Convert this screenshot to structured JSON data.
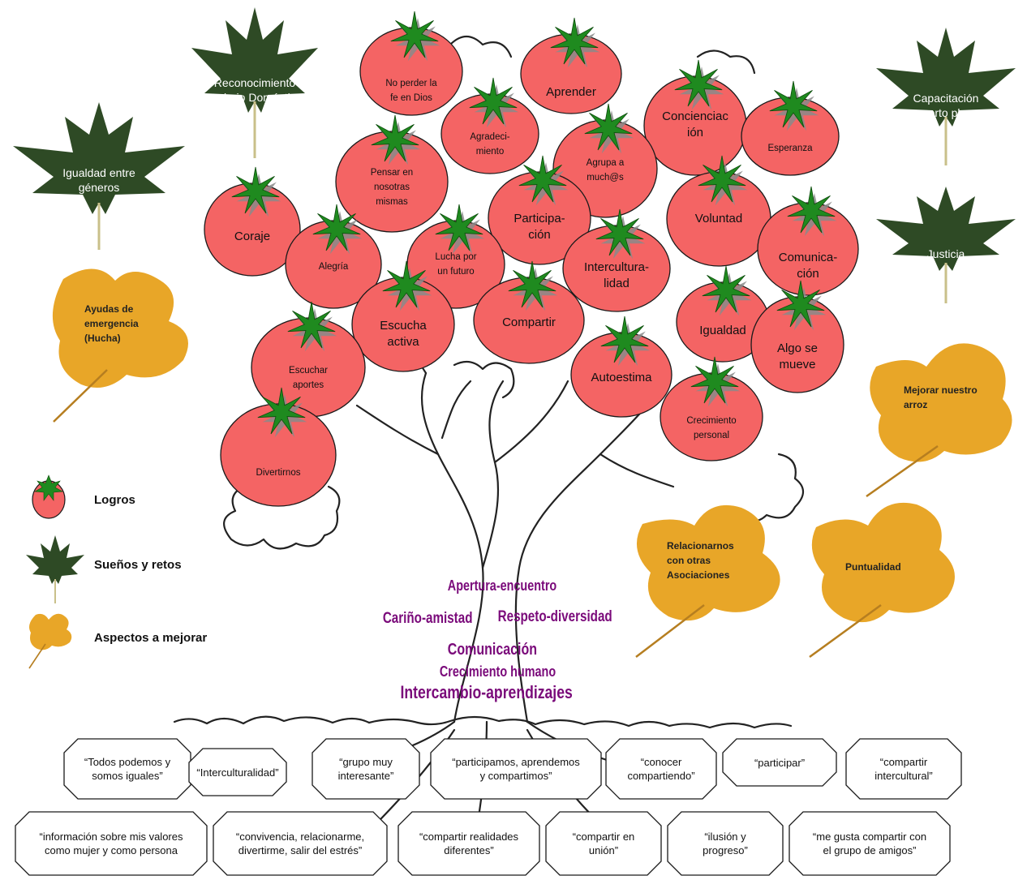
{
  "legend": {
    "logros": "Logros",
    "suenos": "Sueños y retos",
    "aspectos": "Aspectos a mejorar"
  },
  "green_leaves": [
    {
      "id": "reconocimiento",
      "lines": [
        "Reconocimiento",
        "Trabajo Doméstico"
      ]
    },
    {
      "id": "igualdad",
      "lines": [
        "Igualdad entre",
        "géneros"
      ]
    },
    {
      "id": "capacitacion",
      "lines": [
        "Capacitación",
        "a corto plazo"
      ]
    },
    {
      "id": "justicia",
      "lines": [
        "Justicia"
      ]
    }
  ],
  "yellow_leaves": [
    {
      "id": "ayudas",
      "lines": [
        "Ayudas de",
        "emergencia",
        "(Hucha)"
      ]
    },
    {
      "id": "arroz",
      "lines": [
        "Mejorar nuestro",
        "arroz"
      ]
    },
    {
      "id": "relacionarnos",
      "lines": [
        "Relacionarnos",
        "con otras",
        "Asociaciones"
      ]
    },
    {
      "id": "puntualidad",
      "lines": [
        "Puntualidad"
      ]
    }
  ],
  "tomatoes": [
    {
      "id": "no-perder",
      "lines": [
        "No perder la",
        "fe en Dios"
      ]
    },
    {
      "id": "aprender",
      "lines": [
        "Aprender"
      ]
    },
    {
      "id": "agradecimiento",
      "lines": [
        "Agradeci-",
        "miento"
      ]
    },
    {
      "id": "concienciacion",
      "lines": [
        "Concienciac",
        "ión"
      ]
    },
    {
      "id": "esperanza",
      "lines": [
        "Esperanza"
      ]
    },
    {
      "id": "pensar",
      "lines": [
        "Pensar en",
        "nosotras",
        "mismas"
      ]
    },
    {
      "id": "agrupa",
      "lines": [
        "Agrupa a",
        "much@s"
      ]
    },
    {
      "id": "coraje",
      "lines": [
        "Coraje"
      ]
    },
    {
      "id": "participacion",
      "lines": [
        "Participa-",
        "ción"
      ]
    },
    {
      "id": "voluntad",
      "lines": [
        "Voluntad"
      ]
    },
    {
      "id": "alegria",
      "lines": [
        "Alegría"
      ]
    },
    {
      "id": "lucha",
      "lines": [
        "Lucha por",
        "un futuro"
      ]
    },
    {
      "id": "interculturalidad",
      "lines": [
        "Intercultura-",
        "lidad"
      ]
    },
    {
      "id": "comunicacion",
      "lines": [
        "Comunica-",
        "ción"
      ]
    },
    {
      "id": "escucha",
      "lines": [
        "Escucha",
        "activa"
      ]
    },
    {
      "id": "compartir",
      "lines": [
        "Compartir"
      ]
    },
    {
      "id": "igualdad-t",
      "lines": [
        "Igualdad"
      ]
    },
    {
      "id": "escuchar",
      "lines": [
        "Escuchar",
        "aportes"
      ]
    },
    {
      "id": "algo-se-mueve",
      "lines": [
        "Algo se",
        "mueve"
      ]
    },
    {
      "id": "autoestima",
      "lines": [
        "Autoestima"
      ]
    },
    {
      "id": "crecimiento",
      "lines": [
        "Crecimiento",
        "personal"
      ]
    },
    {
      "id": "divertirnos",
      "lines": [
        "Divertirnos"
      ]
    }
  ],
  "trunk_words": {
    "apertura": "Apertura-encuentro",
    "carino": "Cariño-amistad",
    "respeto": "Respeto-diversidad",
    "comunicacion": "Comunicación",
    "crecimiento": "Crecimiento humano",
    "intercambio": "Intercambio-aprendizajes"
  },
  "quotes": [
    {
      "id": "todos",
      "lines": [
        "“Todos podemos y",
        "somos iguales”"
      ]
    },
    {
      "id": "intercult",
      "lines": [
        "“Interculturalidad”"
      ]
    },
    {
      "id": "grupo",
      "lines": [
        "“grupo muy",
        "interesante”"
      ]
    },
    {
      "id": "participamos",
      "lines": [
        "“participamos, aprendemos",
        "y compartimos”"
      ]
    },
    {
      "id": "conocer",
      "lines": [
        "“conocer",
        "compartiendo”"
      ]
    },
    {
      "id": "participar",
      "lines": [
        "“participar”"
      ]
    },
    {
      "id": "compartir-int",
      "lines": [
        "“compartir",
        "intercultural”"
      ]
    },
    {
      "id": "informacion",
      "lines": [
        "“información sobre mis valores",
        "como mujer y como persona"
      ]
    },
    {
      "id": "convivencia",
      "lines": [
        "“convivencia, relacionarme,",
        "divertirme, salir del estrés”"
      ]
    },
    {
      "id": "realidades",
      "lines": [
        "“compartir realidades",
        "diferentes”"
      ]
    },
    {
      "id": "union",
      "lines": [
        "“compartir en",
        "unión”"
      ]
    },
    {
      "id": "ilusion",
      "lines": [
        "“ilusión y",
        "progreso”"
      ]
    },
    {
      "id": "amigos",
      "lines": [
        "“me gusta compartir con",
        "el grupo de amigos”"
      ]
    }
  ],
  "colors": {
    "tomato": "#f46464",
    "tomato_stroke": "#1a1a1a",
    "calyx": "#1f8a1f",
    "calyx_shadow": "#8a8a8a",
    "green_leaf": "#2e4a25",
    "yellow_leaf": "#e8a628",
    "trunk_text": "#7a0a7a"
  }
}
